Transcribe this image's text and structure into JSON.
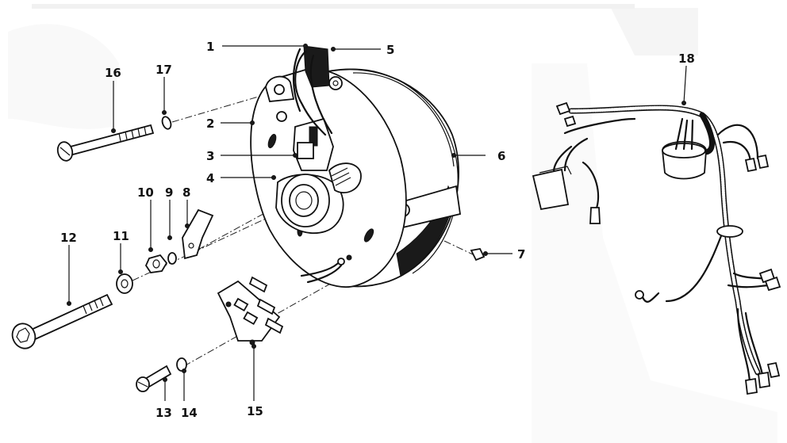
{
  "diagram": {
    "callouts": [
      {
        "id": "1",
        "part": "top-lead-terminal"
      },
      {
        "id": "2",
        "part": "stator-housing"
      },
      {
        "id": "3",
        "part": "brush-holder"
      },
      {
        "id": "4",
        "part": "rotor-hub"
      },
      {
        "id": "5",
        "part": "terminal-connector"
      },
      {
        "id": "6",
        "part": "alternator-body"
      },
      {
        "id": "7",
        "part": "rivet-pin"
      },
      {
        "id": "8",
        "part": "bracket"
      },
      {
        "id": "9",
        "part": "washer"
      },
      {
        "id": "10",
        "part": "nut"
      },
      {
        "id": "11",
        "part": "lock-washer"
      },
      {
        "id": "12",
        "part": "socket-bolt"
      },
      {
        "id": "13",
        "part": "slotted-screw"
      },
      {
        "id": "14",
        "part": "small-washer"
      },
      {
        "id": "15",
        "part": "terminal-plate"
      },
      {
        "id": "16",
        "part": "long-slotted-bolt"
      },
      {
        "id": "17",
        "part": "spring-washer"
      },
      {
        "id": "18",
        "part": "wiring-harness"
      }
    ]
  }
}
